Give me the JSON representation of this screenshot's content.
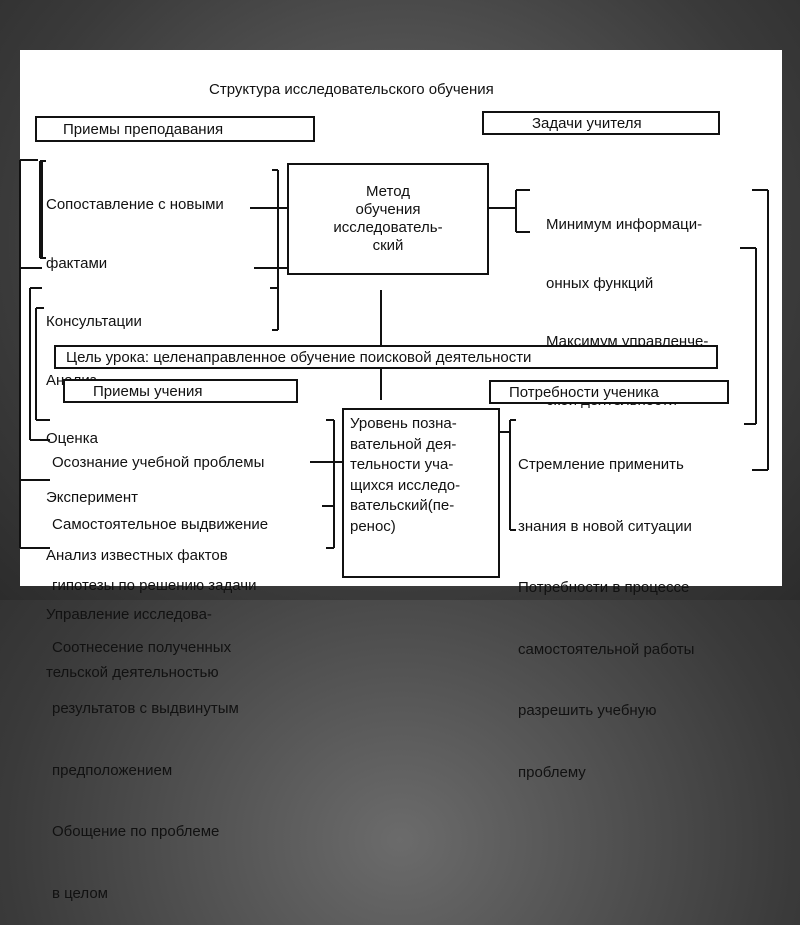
{
  "title": "Структура исследовательского обучения",
  "headers": {
    "teaching_methods": "Приемы преподавания",
    "teacher_tasks": "Задачи учителя",
    "lesson_goal": "Цель урока: целенаправленное обучение поисковой деятельности",
    "learning_methods": "Приемы учения",
    "student_needs": "Потребности ученика"
  },
  "center_method": "Метод\nобучения\nисследователь-\nский",
  "teaching_items": [
    "Сопоставление с новыми",
    "фактами",
    "Консультации",
    "Анализ",
    "Оценка",
    "Эксперимент",
    "Анализ известных фактов",
    "Управление исследова-",
    "тельской деятельностью"
  ],
  "teacher_task_items": [
    "Минимум информаци-",
    "онных функций",
    "Максимум управленче-",
    "ской деятельности"
  ],
  "learning_items": [
    "Осознание учебной проблемы",
    "Самостоятельное выдвижение",
    "гипотезы по решению задачи",
    "Соотнесение полученных",
    "результатов с выдвинутым",
    "предположением",
    "Обощение по проблеме",
    "в целом"
  ],
  "cognitive_level": "Уровень позна-\nвательной дея-\nтельности уча-\nщихся исследо-\nвательский(пе-\nренос)",
  "need_items": [
    "Стремление применить",
    "знания в новой ситуации",
    "Потребности в процессе",
    "самостоятельной работы",
    "разрешить учебную",
    "проблему"
  ]
}
